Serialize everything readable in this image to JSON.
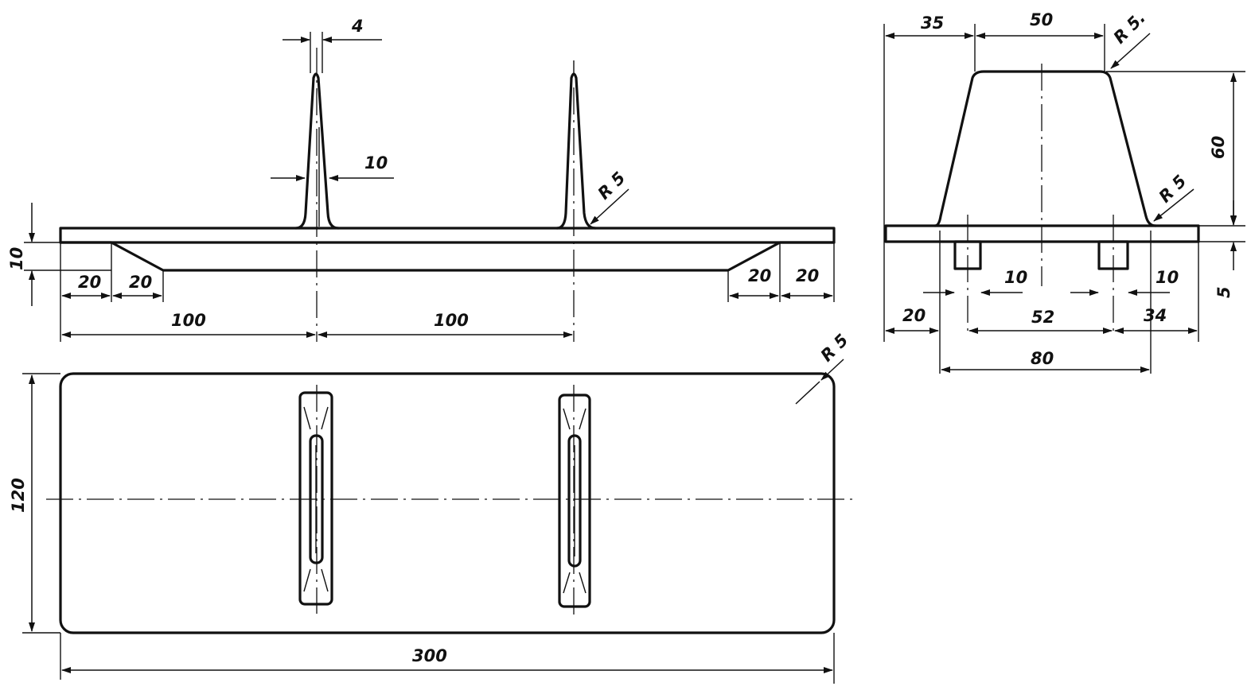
{
  "colors": {
    "ink": "#111111",
    "paper": "#ffffff"
  },
  "front_view": {
    "dim_fin_tip": "4",
    "dim_fin_base": "10",
    "dim_fillet": "R 5",
    "dim_board_thickness": "10",
    "dim_chamfer_left_a": "20",
    "dim_chamfer_left_b": "20",
    "dim_chamfer_right_a": "20",
    "dim_chamfer_right_b": "20",
    "dim_span_left": "100",
    "dim_span_right": "100"
  },
  "side_view": {
    "dim_left_offset": "35",
    "dim_top_width": "50",
    "dim_top_fillet": "R 5.",
    "dim_height": "60",
    "dim_bottom_fillet": "R 5",
    "dim_plate_thickness": "5",
    "dim_slot_left": "10",
    "dim_slot_right": "10",
    "dim_edge_left": "20",
    "dim_slot_spacing": "52",
    "dim_edge_right": "34",
    "dim_base_width": "80"
  },
  "plan_view": {
    "dim_corner_fillet": "R 5",
    "dim_width": "120",
    "dim_length": "300"
  }
}
